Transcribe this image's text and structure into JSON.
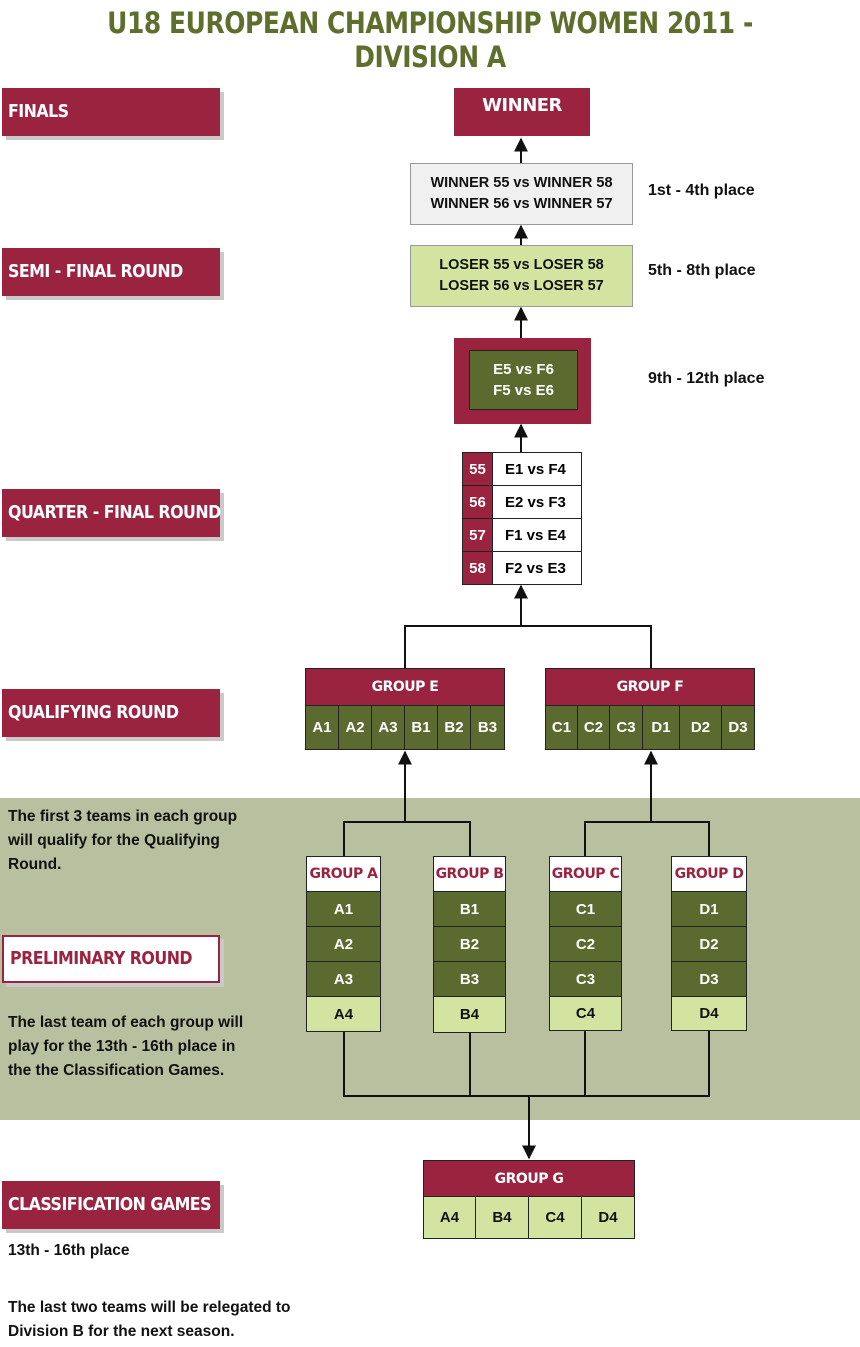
{
  "title": "U18 EUROPEAN CHAMPIONSHIP WOMEN 2011 - DIVISION A",
  "stages": {
    "finals": "FINALS",
    "semi": "SEMI - FINAL ROUND",
    "quarter": "QUARTER - FINAL ROUND",
    "qualifying": "QUALIFYING ROUND",
    "preliminary": "PRELIMINARY ROUND",
    "classification": "CLASSIFICATION GAMES"
  },
  "winner": "WINNER",
  "finals_box": {
    "line1": "WINNER 55 vs WINNER 58",
    "line2": "WINNER 56 vs WINNER 57",
    "place": "1st - 4th place"
  },
  "semi_box": {
    "line1": "LOSER 55 vs LOSER 58",
    "line2": "LOSER 56 vs LOSER 57",
    "place": "5th - 8th place"
  },
  "ninth_box": {
    "line1": "E5 vs F6",
    "line2": "F5 vs E6",
    "place": "9th - 12th place"
  },
  "quarters": [
    {
      "num": "55",
      "match": "E1 vs F4"
    },
    {
      "num": "56",
      "match": "E2 vs F3"
    },
    {
      "num": "57",
      "match": "F1 vs E4"
    },
    {
      "num": "58",
      "match": "F2 vs E3"
    }
  ],
  "group_e": {
    "name": "GROUP E",
    "teams": [
      "A1",
      "A2",
      "A3",
      "B1",
      "B2",
      "B3"
    ]
  },
  "group_f": {
    "name": "GROUP F",
    "teams": [
      "C1",
      "C2",
      "C3",
      "D1",
      "D2",
      "D3"
    ]
  },
  "prelim_groups": [
    {
      "name": "GROUP A",
      "teams": [
        "A1",
        "A2",
        "A3",
        "A4"
      ]
    },
    {
      "name": "GROUP B",
      "teams": [
        "B1",
        "B2",
        "B3",
        "B4"
      ]
    },
    {
      "name": "GROUP C",
      "teams": [
        "C1",
        "C2",
        "C3",
        "C4"
      ]
    },
    {
      "name": "GROUP D",
      "teams": [
        "D1",
        "D2",
        "D3",
        "D4"
      ]
    }
  ],
  "group_g": {
    "name": "GROUP G",
    "teams": [
      "A4",
      "B4",
      "C4",
      "D4"
    ]
  },
  "notes": {
    "qualify": "The first 3 teams in each group will qualify for the Qualifying Round.",
    "last_team": "The last team of each group will play for the 13th - 16th place in the the Classification Games.",
    "class_place": "13th - 16th place",
    "relegation": "The last two teams will be relegated to Division B for the next season."
  },
  "colors": {
    "maroon": "#9a2340",
    "dark_green": "#5b6b30",
    "light_green": "#d3e4a1",
    "title_green": "#5d6e2d",
    "prelim_bg": "#b8c09f"
  }
}
